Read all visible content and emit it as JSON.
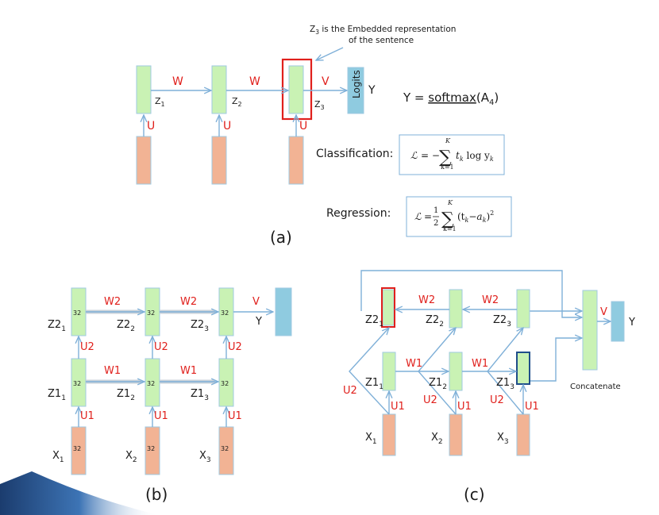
{
  "colors": {
    "hidden": "#c9f2b4",
    "input": "#f2b394",
    "output": "#8fcbe0",
    "highlight_red": "#e0201c",
    "highlight_blue": "#1f4e8a",
    "edge": "#7fb0d8",
    "label_red": "#e0201c"
  },
  "panel_a": {
    "caption": "(a)",
    "callout_line1": "Z",
    "callout_sub": "3",
    "callout_rest": " is the Embedded representation",
    "callout_line2": "of the sentence",
    "weight_w": "W",
    "weight_u": "U",
    "weight_v": "V",
    "z1": "Z",
    "z1_sub": "1",
    "z2": "Z",
    "z2_sub": "2",
    "z3": "Z",
    "z3_sub": "3",
    "logits": "Logits",
    "y": "Y",
    "softmax_pre": "Y = ",
    "softmax_fn": "softmax",
    "softmax_arg": "(A",
    "softmax_sub": "4",
    "softmax_close": ")",
    "classification_label": "Classification:",
    "regression_label": "Regression:",
    "loss_symbol": "ℒ",
    "sum_top": "K",
    "sum_bottom": "k=1",
    "class_rhs": "t",
    "class_sub": "k",
    "class_log": " log y",
    "class_log_sub": "k",
    "reg_half_num": "1",
    "reg_half_den": "2",
    "reg_term": "(t",
    "reg_t_sub": "k",
    "reg_minus": "−a",
    "reg_a_sub": "k",
    "reg_close": ")",
    "reg_pow": "2"
  },
  "panel_b": {
    "caption": "(b)",
    "cell_units": "32",
    "w2": "W2",
    "w1": "W1",
    "u2": "U2",
    "u1": "U1",
    "v": "V",
    "y": "Y",
    "z2": [
      "Z2",
      "Z2",
      "Z2"
    ],
    "z1": [
      "Z1",
      "Z1",
      "Z1"
    ],
    "x": [
      "X",
      "X",
      "X"
    ],
    "subs": [
      "1",
      "2",
      "3"
    ]
  },
  "panel_c": {
    "caption": "(c)",
    "w2": "W2",
    "w1": "W1",
    "u2": "U2",
    "u1": "U1",
    "v": "V",
    "y": "Y",
    "z2": [
      "Z2",
      "Z2",
      "Z2"
    ],
    "z1": [
      "Z1",
      "Z1",
      "Z1"
    ],
    "x": [
      "X",
      "X",
      "X"
    ],
    "subs": [
      "1",
      "2",
      "3"
    ],
    "concatenate": "Concatenate"
  }
}
